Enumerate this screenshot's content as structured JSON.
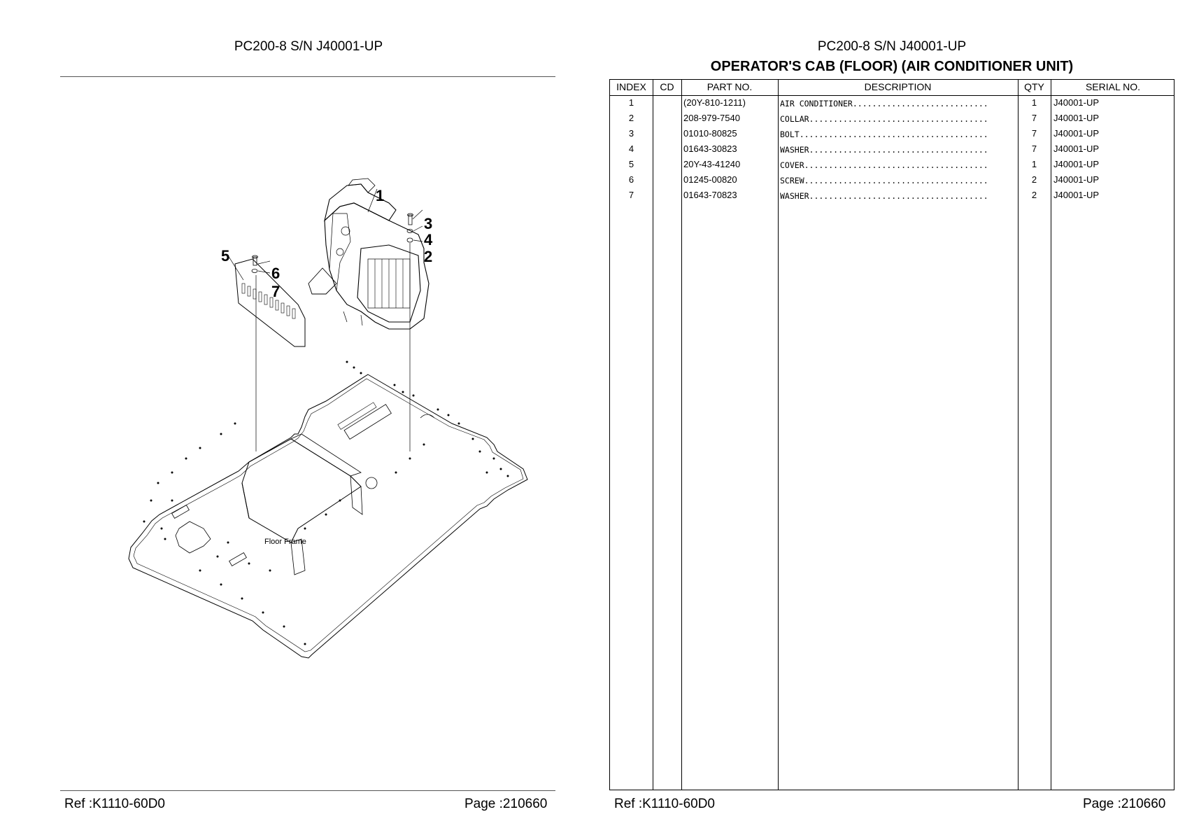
{
  "left_page": {
    "title": "PC200-8 S/N J40001-UP",
    "ref": "Ref :K1110-60D0",
    "page": "Page :210660",
    "diagram": {
      "callouts": [
        "1",
        "2",
        "3",
        "4",
        "5",
        "6",
        "7"
      ],
      "floor_label": "Floor Frame"
    }
  },
  "right_page": {
    "title": "PC200-8 S/N J40001-UP",
    "subtitle": "OPERATOR'S CAB (FLOOR) (AIR CONDITIONER UNIT)",
    "ref": "Ref :K1110-60D0",
    "page": "Page :210660",
    "table": {
      "headers": [
        "INDEX",
        "CD",
        "PART NO.",
        "DESCRIPTION",
        "QTY",
        "SERIAL NO."
      ],
      "rows": [
        {
          "index": "1",
          "cd": "",
          "part_no": "(20Y-810-1211)",
          "description": "AIR CONDITIONER............................",
          "qty": "1",
          "serial": "J40001-UP"
        },
        {
          "index": "2",
          "cd": "",
          "part_no": "208-979-7540",
          "description": "COLLAR.....................................",
          "qty": "7",
          "serial": "J40001-UP"
        },
        {
          "index": "3",
          "cd": "",
          "part_no": "01010-80825",
          "description": "BOLT.......................................",
          "qty": "7",
          "serial": "J40001-UP"
        },
        {
          "index": "4",
          "cd": "",
          "part_no": "01643-30823",
          "description": "WASHER.....................................",
          "qty": "7",
          "serial": "J40001-UP"
        },
        {
          "index": "5",
          "cd": "",
          "part_no": "20Y-43-41240",
          "description": "COVER......................................",
          "qty": "1",
          "serial": "J40001-UP"
        },
        {
          "index": "6",
          "cd": "",
          "part_no": "01245-00820",
          "description": "SCREW......................................",
          "qty": "2",
          "serial": "J40001-UP"
        },
        {
          "index": "7",
          "cd": "",
          "part_no": "01643-70823",
          "description": "WASHER.....................................",
          "qty": "2",
          "serial": "J40001-UP"
        }
      ]
    }
  }
}
